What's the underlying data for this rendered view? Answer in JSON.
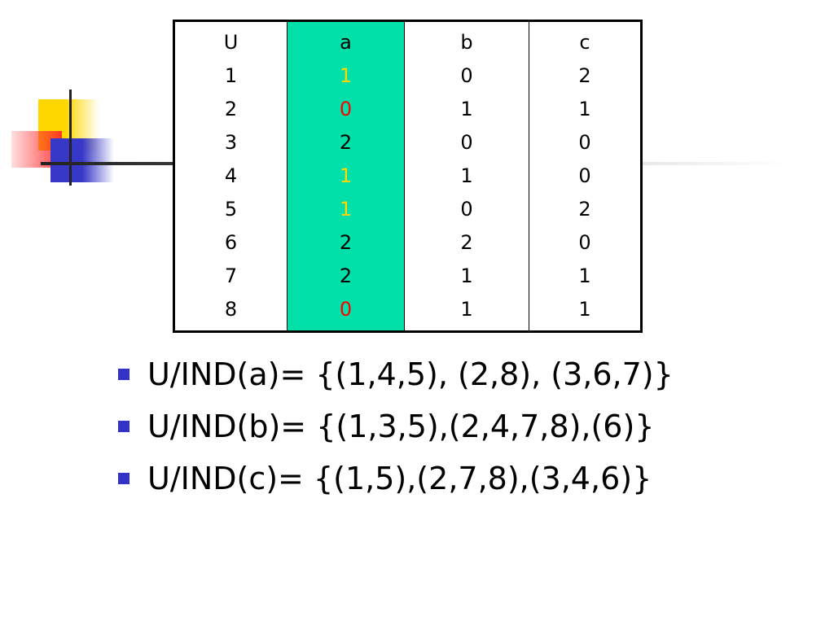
{
  "colors": {
    "a_column_bg": "#00e0a8",
    "value_1": "#ffd700",
    "value_0": "#ff0000",
    "value_2": "#000000",
    "bullet": "#3333cc"
  },
  "table": {
    "headers": [
      "U",
      "a",
      "b",
      "c"
    ],
    "rows": [
      [
        "1",
        "1",
        "0",
        "2"
      ],
      [
        "2",
        "0",
        "1",
        "1"
      ],
      [
        "3",
        "2",
        "0",
        "0"
      ],
      [
        "4",
        "1",
        "1",
        "0"
      ],
      [
        "5",
        "1",
        "0",
        "2"
      ],
      [
        "6",
        "2",
        "2",
        "0"
      ],
      [
        "7",
        "2",
        "1",
        "1"
      ],
      [
        "8",
        "0",
        "1",
        "1"
      ]
    ]
  },
  "bullets": [
    {
      "text": "U/IND(a)= {(1,4,5), (2,8), (3,6,7)}"
    },
    {
      "text": "U/IND(b)= {(1,3,5),(2,4,7,8),(6)}"
    },
    {
      "text": "U/IND(c)= {(1,5),(2,7,8),(3,4,6)}"
    }
  ]
}
